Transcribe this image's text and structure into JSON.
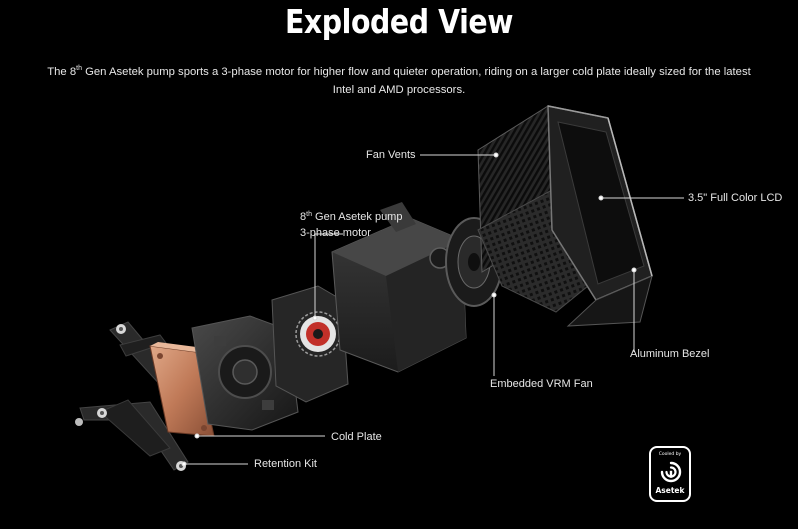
{
  "header": {
    "title": "Exploded View",
    "subtitle_pre": "The 8",
    "subtitle_sup": "th",
    "subtitle_post": " Gen Asetek pump sports a 3-phase motor for higher flow and quieter operation, riding on a larger cold plate ideally sized for the latest Intel and AMD processors."
  },
  "callouts": {
    "fan_vents": "Fan Vents",
    "lcd": "3.5\" Full Color LCD",
    "pump_pre": "8",
    "pump_sup": "th",
    "pump_post": " Gen Asetek pump",
    "pump_line2": "3-phase motor",
    "aluminum_bezel": "Aluminum Bezel",
    "vrm_fan": "Embedded VRM Fan",
    "cold_plate": "Cold Plate",
    "retention_kit": "Retention Kit"
  },
  "badge": {
    "top_text": "Cooled by",
    "name": "Asetek"
  },
  "colors": {
    "background": "#000000",
    "text": "#ffffff",
    "leader_line": "#d8d8d8",
    "copper": "#c98b6a",
    "motor_red": "#d2352b"
  }
}
